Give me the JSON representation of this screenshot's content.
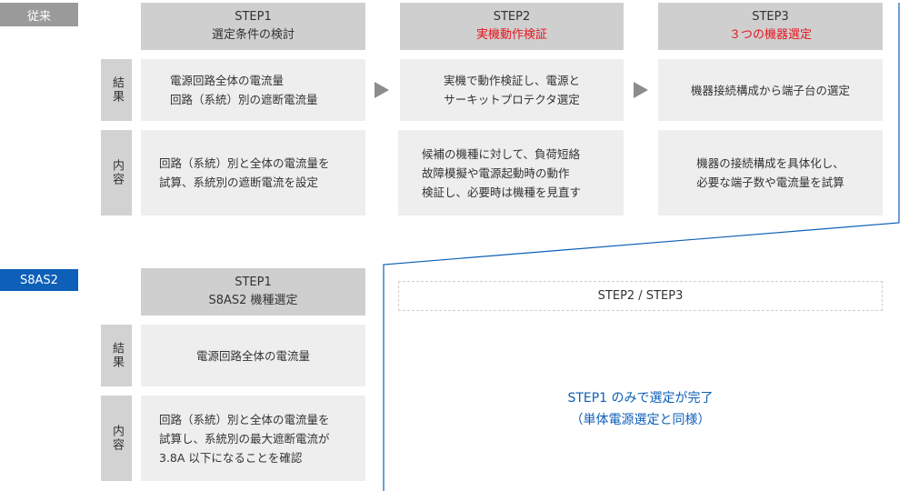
{
  "conventional": {
    "tag": "従来",
    "row_labels": {
      "result": "結果",
      "content": "内容"
    },
    "steps": [
      {
        "step": "STEP1",
        "title": "選定条件の検討",
        "result": [
          "電源回路全体の電流量",
          "回路（系統）別の遮断電流量"
        ],
        "content": [
          "回路（系統）別と全体の電流量を",
          "試算、系統別の遮断電流を設定"
        ]
      },
      {
        "step": "STEP2",
        "title": "実機動作検証",
        "result": [
          "実機で動作検証し、電源と",
          "サーキットプロテクタ選定"
        ],
        "content": [
          "候補の機種に対して、負荷短絡",
          "故障模擬や電源起動時の動作",
          "検証し、必要時は機種を見直す"
        ]
      },
      {
        "step": "STEP3",
        "title": "３つの機器選定",
        "result": [
          "機器接続構成から端子台の選定"
        ],
        "content": [
          "機器の接続構成を具体化し、",
          "必要な端子数や電流量を試算"
        ]
      }
    ]
  },
  "s8as2": {
    "tag": "S8AS2",
    "row_labels": {
      "result": "結果",
      "content": "内容"
    },
    "step": "STEP1",
    "title": "S8AS2 機種選定",
    "result": [
      "電源回路全体の電流量"
    ],
    "content": [
      "回路（系統）別と全体の電流量を",
      "試算し、系統別の最大遮断電流が",
      "3.8A 以下になることを確認"
    ],
    "skipped_label": "STEP2 / STEP3",
    "note": [
      "STEP1 のみで選定が完了",
      "（単体電源選定と同様）"
    ]
  },
  "colors": {
    "highlight": "#e8141e",
    "accent": "#0d5fb8",
    "tag_gray": "#9a9a9a"
  }
}
